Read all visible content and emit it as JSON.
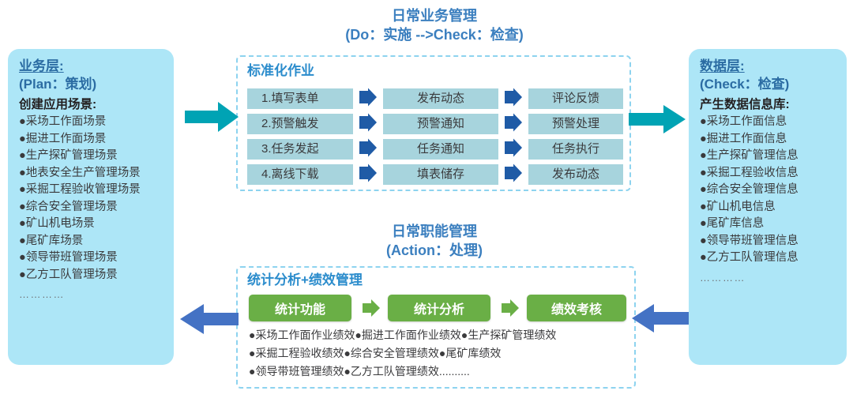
{
  "colors": {
    "panel_bg": "#ade6f7",
    "panel_title": "#2b6ca3",
    "section_title": "#3b7fbf",
    "dashed_border": "#8dd3ef",
    "cell_bg": "#a7d4dd",
    "chevron": "#1f5ba6",
    "green": "#6aaf46",
    "teal_arrow": "#00a3b4",
    "blue_arrow": "#4472c4",
    "box_title_blue": "#2b8ccc"
  },
  "left_panel": {
    "title": "业务层:",
    "subtitle": "(Plan：策划)",
    "heading": "创建应用场景:",
    "items": [
      "●采场工作面场景",
      "●掘进工作面场景",
      "●生产探矿管理场景",
      "●地表安全生产管理场景",
      "●采掘工程验收管理场景",
      "●综合安全管理场景",
      "●矿山机电场景",
      "●尾矿库场景",
      "●领导带班管理场景",
      "●乙方工队管理场景"
    ],
    "ellipsis": "…………"
  },
  "right_panel": {
    "title": "数据层:",
    "subtitle": "(Check：检查)",
    "heading": "产生数据信息库:",
    "items": [
      "●采场工作面信息",
      "●掘进工作面信息",
      "●生产探矿管理信息",
      "●采掘工程验收信息",
      "●综合安全管理信息",
      "●矿山机电信息",
      "●尾矿库信息",
      "●领导带班管理信息",
      "●乙方工队管理信息"
    ],
    "ellipsis": "…………"
  },
  "top_section": {
    "title_line1": "日常业务管理",
    "title_line2": "(Do：实施 -->Check：检查)",
    "box_title": "标准化作业",
    "rows": [
      {
        "col1": "1.填写表单",
        "col2": "发布动态",
        "col3": "评论反馈"
      },
      {
        "col1": "2.预警触发",
        "col2": "预警通知",
        "col3": "预警处理"
      },
      {
        "col1": "3.任务发起",
        "col2": "任务通知",
        "col3": "任务执行"
      },
      {
        "col1": "4.离线下载",
        "col2": "填表储存",
        "col3": "发布动态"
      }
    ]
  },
  "bottom_section": {
    "title_line1": "日常职能管理",
    "title_line2": "(Action：处理)",
    "box_title": "统计分析+绩效管理",
    "steps": [
      "统计功能",
      "统计分析",
      "绩效考核"
    ],
    "perf_lines": [
      "●采场工作面作业绩效●掘进工作面作业绩效●生产探矿管理绩效",
      "●采掘工程验收绩效●综合安全管理绩效●尾矿库绩效",
      "●领导带班管理绩效●乙方工队管理绩效.........."
    ]
  },
  "arrows": {
    "left_to_center": "teal-arrow-right",
    "center_to_right": "teal-arrow-right",
    "right_to_bottom": "blue-arrow-left",
    "bottom_to_left": "blue-arrow-left"
  }
}
